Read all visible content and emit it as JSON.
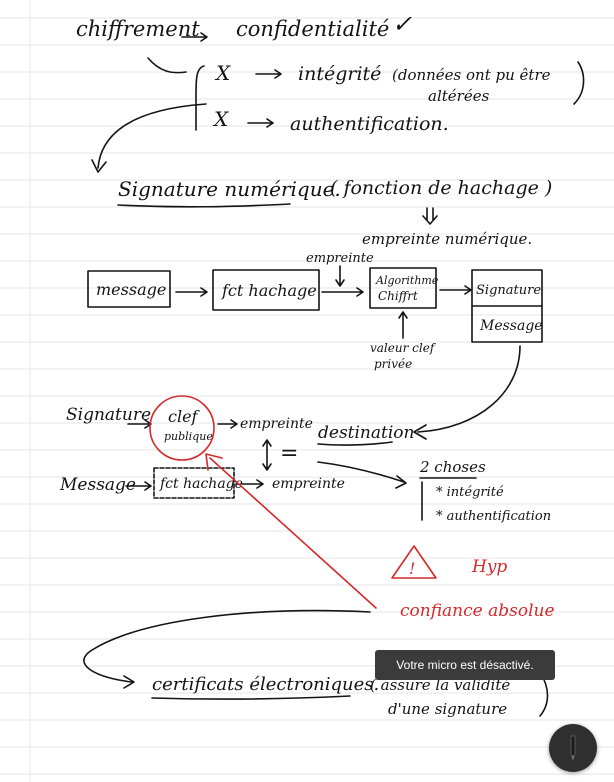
{
  "notes": {
    "line1": {
      "left": "chiffrement",
      "right": "confidentialité",
      "check": "✓"
    },
    "branch1": {
      "symbol": "X",
      "label": "intégrité",
      "note_a": "(données ont pu être",
      "note_b": "altérées"
    },
    "branch2": {
      "symbol": "X",
      "label": "authentification."
    },
    "signature": {
      "title": "Signature numérique.",
      "paren": "( fonction de hachage )"
    },
    "empreinte_label": "empreinte numérique.",
    "flow1": {
      "message": "message",
      "hash": "fct hachage",
      "empreinte": "empreinte",
      "algo_line1": "Algorithme",
      "algo_line2": "Chiffrt",
      "result_line1": "Signature",
      "result_line2": "Message",
      "key_line1": "valeur clef",
      "key_line2": "privée"
    },
    "flow2": {
      "signature": "Signature",
      "clef_line1": "clef",
      "clef_line2": "publique",
      "empreinte1": "empreinte",
      "equals": "=",
      "destination": "destination",
      "message": "Message",
      "hash": "fct hachage",
      "empreinte2": "empreinte"
    },
    "two_things": {
      "title": "2 choses",
      "item1": "* intégrité",
      "item2": "* authentification"
    },
    "warning": {
      "sign": "!",
      "line1": "Hyp",
      "line2": "confiance absolue"
    },
    "certificate": {
      "title": "certificats électroniques.",
      "note_a": "( assure la validité",
      "note_b": "d'une signature"
    }
  },
  "overlay": {
    "toast": "Votre micro est désactivé.",
    "pen_button_icon": "pen-icon"
  }
}
